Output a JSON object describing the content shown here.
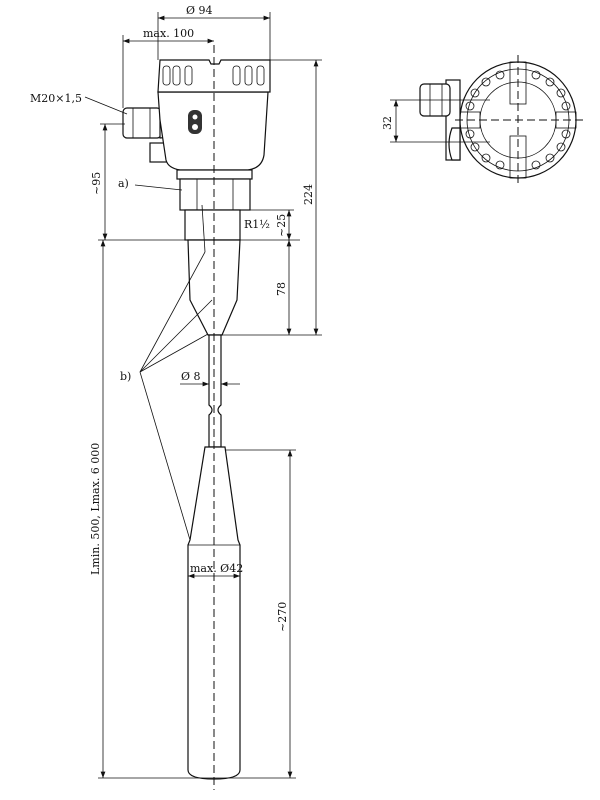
{
  "labels": {
    "dia94": "Ø 94",
    "max100": "max. 100",
    "m20": "M20×1,5",
    "a": "a)",
    "b": "b)",
    "r1": "R1½",
    "d95": "~95",
    "d25": "~25",
    "d224": "224",
    "d78": "78",
    "dia8": "Ø 8",
    "dia42": "max. Ø42",
    "d270": "~270",
    "lrange": "Lmin. 500, Lmax. 6 000",
    "d32": "32"
  }
}
